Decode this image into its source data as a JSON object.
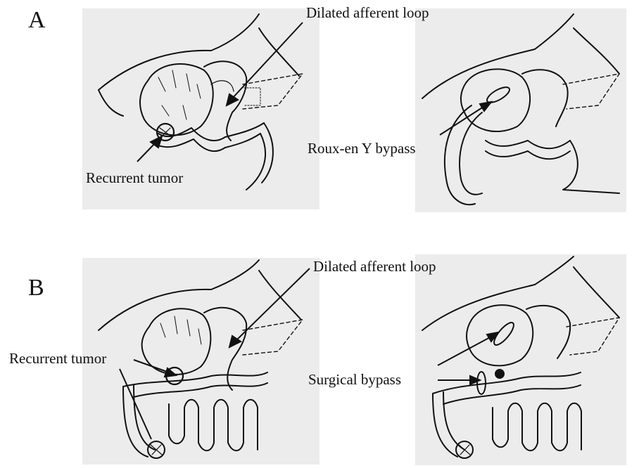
{
  "panel_a": {
    "letter": "A",
    "labels": {
      "dilated_loop": "Dilated afferent loop",
      "recurrent_tumor": "Recurrent tumor",
      "bypass": "Roux-en Y bypass"
    }
  },
  "panel_b": {
    "letter": "B",
    "labels": {
      "dilated_loop": "Dilated afferent loop",
      "recurrent_tumor": "Recurrent tumor",
      "bypass": "Surgical bypass"
    }
  },
  "colors": {
    "panel_bg": "#ececec",
    "ink": "#111111"
  }
}
